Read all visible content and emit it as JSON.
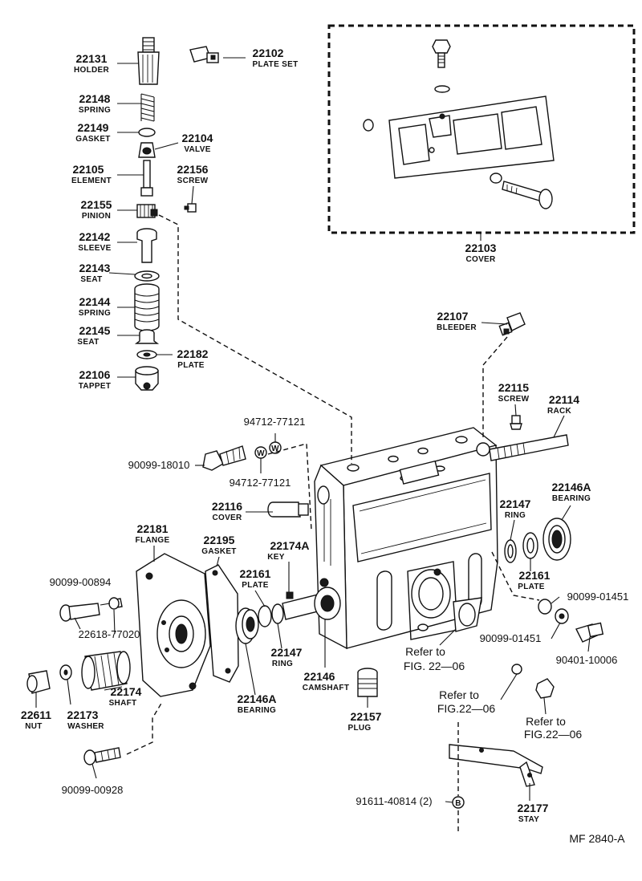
{
  "diagram_id": "MF 2840-A",
  "cover_group": {
    "number": "22103",
    "name": "COVER"
  },
  "callouts": [
    {
      "key": "holder",
      "number": "22131",
      "name": "HOLDER"
    },
    {
      "key": "plate_set",
      "number": "22102",
      "name": "PLATE SET"
    },
    {
      "key": "spring_upper",
      "number": "22148",
      "name": "SPRING"
    },
    {
      "key": "gasket_upper",
      "number": "22149",
      "name": "GASKET"
    },
    {
      "key": "valve",
      "number": "22104",
      "name": "VALVE"
    },
    {
      "key": "element",
      "number": "22105",
      "name": "ELEMENT"
    },
    {
      "key": "screw_upper",
      "number": "22156",
      "name": "SCREW"
    },
    {
      "key": "pinion",
      "number": "22155",
      "name": "PINION"
    },
    {
      "key": "sleeve",
      "number": "22142",
      "name": "SLEEVE"
    },
    {
      "key": "seat_upper",
      "number": "22143",
      "name": "SEAT"
    },
    {
      "key": "spring_lower",
      "number": "22144",
      "name": "SPRING"
    },
    {
      "key": "seat_lower",
      "number": "22145",
      "name": "SEAT"
    },
    {
      "key": "plate_upper",
      "number": "22182",
      "name": "PLATE"
    },
    {
      "key": "tappet",
      "number": "22106",
      "name": "TAPPET"
    },
    {
      "key": "bleeder",
      "number": "22107",
      "name": "BLEEDER"
    },
    {
      "key": "screw_rack",
      "number": "22115",
      "name": "SCREW"
    },
    {
      "key": "rack",
      "number": "22114",
      "name": "RACK"
    },
    {
      "key": "cover_small",
      "number": "22116",
      "name": "COVER"
    },
    {
      "key": "ring_right",
      "number": "22147",
      "name": "RING"
    },
    {
      "key": "bearing_right",
      "number": "22146A",
      "name": "BEARING"
    },
    {
      "key": "plate_right",
      "number": "22161",
      "name": "PLATE"
    },
    {
      "key": "flange",
      "number": "22181",
      "name": "FLANGE"
    },
    {
      "key": "gasket_flange",
      "number": "22195",
      "name": "GASKET"
    },
    {
      "key": "key",
      "number": "22174A",
      "name": "KEY"
    },
    {
      "key": "plate_left",
      "number": "22161",
      "name": "PLATE"
    },
    {
      "key": "ring_left",
      "number": "22147",
      "name": "RING"
    },
    {
      "key": "camshaft",
      "number": "22146",
      "name": "CAMSHAFT"
    },
    {
      "key": "bearing_left",
      "number": "22146A",
      "name": "BEARING"
    },
    {
      "key": "shaft",
      "number": "22174",
      "name": "SHAFT"
    },
    {
      "key": "nut",
      "number": "22611",
      "name": "NUT"
    },
    {
      "key": "washer",
      "number": "22173",
      "name": "WASHER"
    },
    {
      "key": "plug",
      "number": "22157",
      "name": "PLUG"
    },
    {
      "key": "stay",
      "number": "22177",
      "name": "STAY"
    }
  ],
  "standard_parts": {
    "washer_upper": "94712-77121",
    "washer_lower": "94712-77121",
    "bolt_union": "90099-18010",
    "bolt_left": "90099-00894",
    "pin_left": "22618-77020",
    "bolt_bottom": "90099-00928",
    "washer_right_1": "90099-01451",
    "washer_right_2": "90099-01451",
    "bolt_right": "90401-10006",
    "bolt_stay": "91611-40814 (2)"
  },
  "stay_bolt_marker": "B",
  "washer_marker": "W",
  "references": {
    "ref_a_line1": "Refer to",
    "ref_a_line2": "FIG. 22—06",
    "ref_b_line1": "Refer to",
    "ref_b_line2": "FIG.22—06",
    "ref_c_line1": "Refer to",
    "ref_c_line2": "FIG.22—06"
  }
}
